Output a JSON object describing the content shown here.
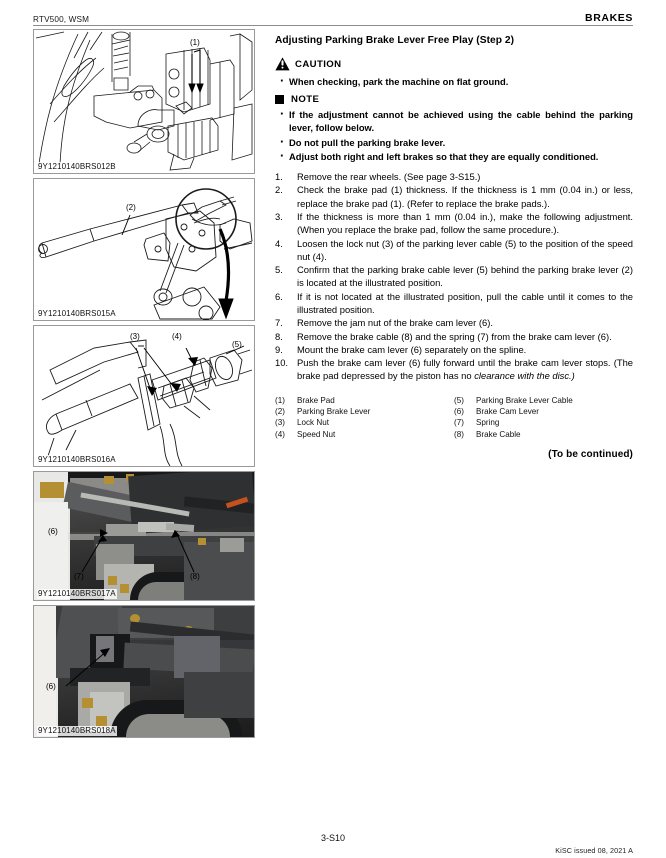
{
  "header": {
    "left": "RTV500, WSM",
    "right": "BRAKES"
  },
  "figures": [
    {
      "caption": "9Y1210140BRS012B",
      "type": "line-drawing",
      "callouts": [
        "(1)"
      ]
    },
    {
      "caption": "9Y1210140BRS015A",
      "type": "line-drawing",
      "callouts": [
        "(2)"
      ]
    },
    {
      "caption": "9Y1210140BRS016A",
      "type": "line-drawing",
      "callouts": [
        "(3)",
        "(4)",
        "(5)"
      ]
    },
    {
      "caption": "9Y1210140BRS017A",
      "type": "photo",
      "callouts": [
        "(6)",
        "(7)",
        "(8)"
      ]
    },
    {
      "caption": "9Y1210140BRS018A",
      "type": "photo",
      "callouts": [
        "(6)"
      ]
    }
  ],
  "main": {
    "section_title": "Adjusting Parking Brake Lever Free Play (Step 2)",
    "caution": {
      "label": "CAUTION",
      "items": [
        "When checking, park the machine on flat ground."
      ]
    },
    "note": {
      "label": "NOTE",
      "items": [
        "If the adjustment cannot be achieved using the cable behind the parking lever, follow below.",
        "Do not pull the parking brake lever.",
        "Adjust both right and left brakes so that they are equally conditioned."
      ]
    },
    "steps": [
      {
        "num": "1.",
        "text": "Remove the rear wheels. (See page 3-S15.)"
      },
      {
        "num": "2.",
        "text": "Check the brake pad (1) thickness. If the thickness is 1 mm (0.04 in.) or less, replace the brake pad (1). (Refer to replace the brake pads.)."
      },
      {
        "num": "3.",
        "text": "If the thickness is more than 1 mm (0.04 in.), make the following adjustment. (When you replace the brake pad, follow the same procedure.)."
      },
      {
        "num": "4.",
        "text": "Loosen the lock nut (3) of the parking lever cable (5) to the position of the speed nut (4)."
      },
      {
        "num": "5.",
        "text": "Confirm that the parking brake cable lever (5) behind the parking brake lever (2) is located at the illustrated position."
      },
      {
        "num": "6.",
        "text": "If it is not located at the illustrated position, pull the cable until it comes to the illustrated position."
      },
      {
        "num": "7.",
        "text": "Remove the jam nut of the brake cam lever (6)."
      },
      {
        "num": "8.",
        "text": "Remove the brake cable (8) and the spring (7) from the brake cam lever (6)."
      },
      {
        "num": "9.",
        "text": "Mount the brake cam lever (6) separately on the spline."
      },
      {
        "num": "10.",
        "text": "Push the brake cam lever (6) fully forward until the brake cam lever stops. (The brake pad depressed by the piston has no ",
        "italic_tail": "clearance with the disc.)"
      }
    ],
    "legend_left": [
      {
        "key": "(1)",
        "value": "Brake Pad"
      },
      {
        "key": "(2)",
        "value": "Parking Brake Lever"
      },
      {
        "key": "(3)",
        "value": "Lock Nut"
      },
      {
        "key": "(4)",
        "value": "Speed Nut"
      }
    ],
    "legend_right": [
      {
        "key": "(5)",
        "value": "Parking Brake Lever Cable"
      },
      {
        "key": "(6)",
        "value": "Brake Cam Lever"
      },
      {
        "key": "(7)",
        "value": "Spring"
      },
      {
        "key": "(8)",
        "value": "Brake Cable"
      }
    ],
    "to_be_continued": "(To be continued)"
  },
  "footer": {
    "page_number": "3-S10",
    "issued": "KiSC issued 08, 2021 A"
  }
}
